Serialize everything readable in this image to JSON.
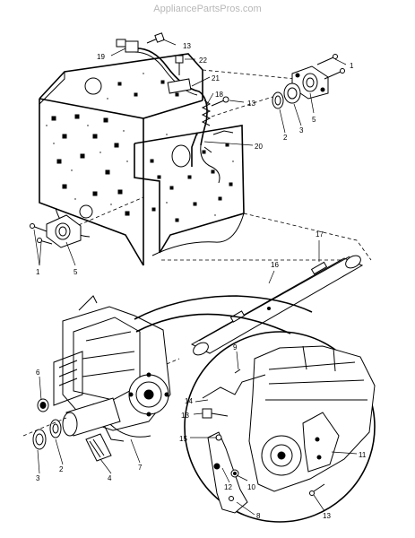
{
  "watermark": "AppliancePartsPros.com",
  "callouts": {
    "c1_top": "1",
    "c1_left": "1",
    "c2_top": "2",
    "c2_bottom": "2",
    "c3_top": "3",
    "c3_bottom": "3",
    "c4": "4",
    "c5_top": "5",
    "c5_left": "5",
    "c6": "6",
    "c7": "7",
    "c8": "8",
    "c9": "9",
    "c10": "10",
    "c11": "11",
    "c12": "12",
    "c13_a": "13",
    "c13_b": "13",
    "c13_c": "13",
    "c13_d": "13",
    "c14": "14",
    "c15": "15",
    "c16": "16",
    "c17": "17",
    "c18": "18",
    "c19": "19",
    "c20": "20",
    "c21": "21",
    "c22": "22"
  }
}
